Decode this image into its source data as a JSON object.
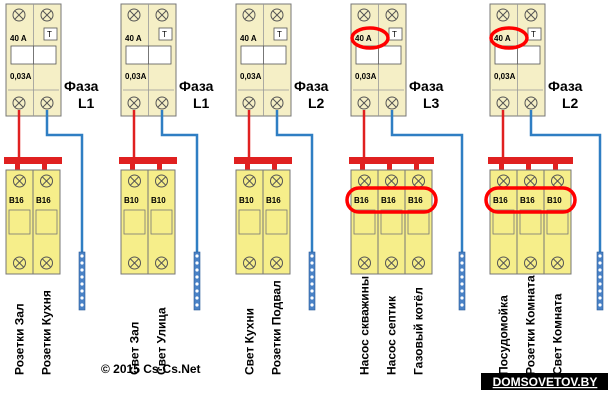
{
  "rcd_rating": "40 A",
  "rcd_leak": "0,03A",
  "rcd_test": "T",
  "groups": [
    {
      "phase_word": "Фаза",
      "phase": "L1",
      "breakers": [
        "B16",
        "B16"
      ],
      "labels": [
        "Розетки Зал",
        "Розетки Кухня"
      ],
      "circled_rating": false,
      "circled_breakers": false
    },
    {
      "phase_word": "Фаза",
      "phase": "L1",
      "breakers": [
        "B10",
        "B10"
      ],
      "labels": [
        "Свет Зал",
        "Свет Улица"
      ],
      "circled_rating": false,
      "circled_breakers": false
    },
    {
      "phase_word": "Фаза",
      "phase": "L2",
      "breakers": [
        "B10",
        "B16"
      ],
      "labels": [
        "Свет Кухни",
        "Розетки Подвал"
      ],
      "circled_rating": false,
      "circled_breakers": false
    },
    {
      "phase_word": "Фаза",
      "phase": "L3",
      "breakers": [
        "B16",
        "B16",
        "B16"
      ],
      "labels": [
        "Насос скважины",
        "Насос септик",
        "Газовый котёл"
      ],
      "circled_rating": true,
      "circled_breakers": true
    },
    {
      "phase_word": "Фаза",
      "phase": "L2",
      "breakers": [
        "B16",
        "B16",
        "B10"
      ],
      "labels": [
        "Посудомойка",
        "Розетки Комната",
        "Свет Комната"
      ],
      "circled_rating": true,
      "circled_breakers": true
    }
  ],
  "copyright": "© 2015 Cs-Cs.Net",
  "watermark": "DOMSOVETOV.BY",
  "colors": {
    "device": "#f6ee8a",
    "rcd_body": "#f5efc6",
    "busbar": "#e02020",
    "phase_wire": "#e02020",
    "neutral_wire": "#2f7ec3",
    "neutral_bar": "#4a82c6",
    "highlight": "#ff0000"
  }
}
